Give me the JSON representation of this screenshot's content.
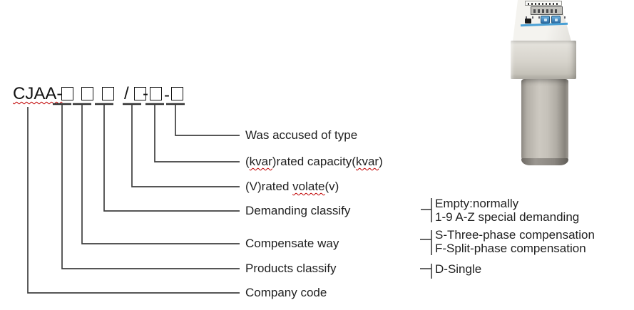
{
  "model_code": {
    "prefix": "CJAA-",
    "slash": "/",
    "hyphen": "-",
    "full": "CJAA-□□□/□-□-□"
  },
  "code_labels": [
    "Was accused of type",
    "(kvar)rated capacity(kvar)",
    "(V)rated volate(v)",
    "Demanding classify",
    "Compensate way",
    "Products classify",
    "Company code"
  ],
  "spellcheck_words": [
    "kvar",
    "volate"
  ],
  "annotations": [
    {
      "lines": [
        "Empty:normally",
        "1-9 A-Z special demanding"
      ]
    },
    {
      "lines": [
        "S-Three-phase compensation",
        "F-Split-phase compensation"
      ]
    },
    {
      "lines": [
        "D-Single"
      ]
    }
  ],
  "colors": {
    "text": "#1f1f1f",
    "connector_line": "#3f3f3f",
    "spellcheck_squiggle": "#c00000",
    "device_stripe_blue": "#4aa0d5",
    "device_button_blue": "#3c87c0"
  }
}
